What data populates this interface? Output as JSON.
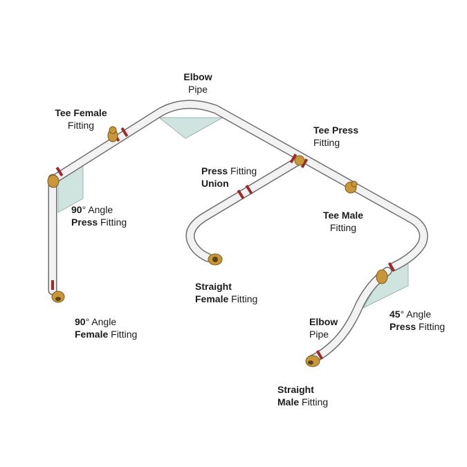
{
  "labels": {
    "elbow_top": {
      "l1_bold": "Elbow",
      "l2": "Pipe"
    },
    "tee_female": {
      "l1_bold": "Tee Female",
      "l2": "Fitting"
    },
    "tee_press": {
      "l1_bold": "Tee Press",
      "l2": "Fitting"
    },
    "press_union": {
      "l1_bold": "Press",
      "l1_rest": " Fitting",
      "l2_bold": "Union"
    },
    "angle90_press": {
      "l1_bold": "90",
      "l1_rest": "° Angle",
      "l2_bold": "Press",
      "l2_rest": " Fitting"
    },
    "tee_male": {
      "l1_bold": "Tee Male",
      "l2": "Fitting"
    },
    "straight_female": {
      "l1_bold": "Straight",
      "l2_bold": "Female",
      "l2_rest": " Fitting"
    },
    "angle90_female": {
      "l1_bold": "90",
      "l1_rest": "° Angle",
      "l2_bold": "Female",
      "l2_rest": " Fitting"
    },
    "elbow_bottom": {
      "l1_bold": "Elbow",
      "l2": "Pipe"
    },
    "angle45_press": {
      "l1_bold": "45",
      "l1_rest": "° Angle",
      "l2_bold": "Press",
      "l2_rest": " Fitting"
    },
    "straight_male": {
      "l1_bold": "Straight",
      "l2_bold": "Male",
      "l2_rest": " Fitting"
    }
  },
  "colors": {
    "pipe_fill": "#f2f2f2",
    "pipe_outline": "#6e6e6e",
    "brass": "#c9963a",
    "press_ring": "#9b2a2a",
    "panel": "#cfe3df"
  }
}
